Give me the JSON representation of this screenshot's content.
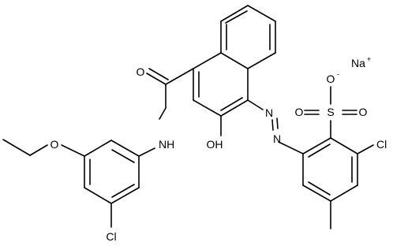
{
  "molecule": {
    "atoms": {
      "sodium": "Na",
      "sodium_charge": "+",
      "oxide": "O",
      "oxide_charge": "-",
      "sulfur": "S",
      "sulfonyl_o_left": "O",
      "sulfonyl_o_right": "O",
      "chloro_right": "Cl",
      "azo_n_upper": "N",
      "azo_n_lower": "N",
      "hydroxy": "OH",
      "carbonyl_o": "O",
      "amide_nh": "NH",
      "ether_o": "O",
      "chloro_bottom": "Cl"
    }
  }
}
